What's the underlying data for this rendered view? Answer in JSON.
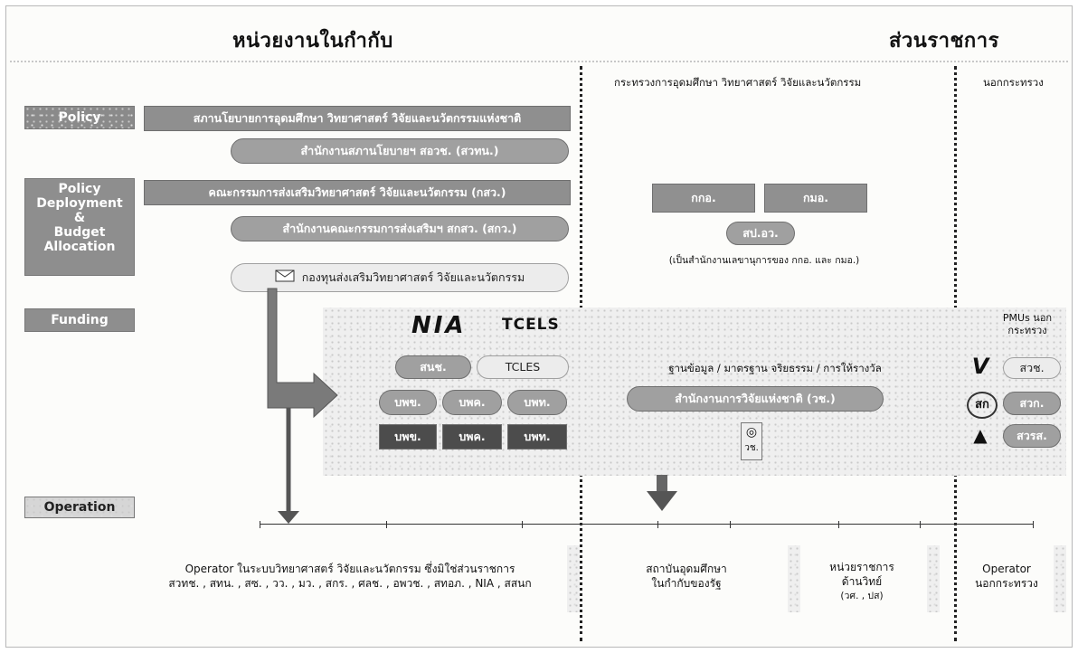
{
  "headers": {
    "left": "หน่วยงานในกำกับ",
    "right": "ส่วนราชการ",
    "ministry": "กระทรวงการอุดมศึกษา วิทยาศาสตร์ วิจัยและนวัตกรรม",
    "outside": "นอกกระทรวง"
  },
  "stages": {
    "policy": "Policy",
    "deploy": [
      "Policy",
      "Deployment",
      "&",
      "Budget",
      "Allocation"
    ],
    "funding": "Funding",
    "operation": "Operation"
  },
  "policy": {
    "council": "สภานโยบายการอุดมศึกษา วิทยาศาสตร์ วิจัยและนวัตกรรมแห่งชาติ",
    "office": "สำนักงานสภานโยบายฯ สอวช. (สวทน.)"
  },
  "deploy": {
    "committee": "คณะกรรมการส่งเสริมวิทยาศาสตร์ วิจัยและนวัตกรรม (กสว.)",
    "committee_office": "สำนักงานคณะกรรมการส่งเสริมฯ สกสว. (สกว.)",
    "fund": "กองทุนส่งเสริมวิทยาศาสตร์ วิจัยและนวัตกรรม",
    "box1": "กกอ.",
    "box2": "กมอ.",
    "secretariat": "สป.อว.",
    "secretariat_note": "(เป็นสำนักงานเลขานุการของ กกอ. และ กมอ.)"
  },
  "funding": {
    "nia_logo": "NIA",
    "tcels_logo": "TCELS",
    "nia": "สนช.",
    "tcles": "TCLES",
    "pmu_light": [
      "บพข.",
      "บพค.",
      "บพท."
    ],
    "pmu_dark": [
      "บพข.",
      "บพค.",
      "บพท."
    ],
    "db_text": "ฐานข้อมูล / มาตรฐาน จริยธรรม / การให้รางวัล",
    "nrct": "สำนักงานการวิจัยแห่งชาติ (วช.)",
    "nrct_logo": "วช.",
    "pmu_outside_title": "PMUs นอกกระทรวง",
    "outside_items": [
      "สวช.",
      "สวก.",
      "สวรส."
    ],
    "outside_logos": [
      "V",
      "สก",
      "▲"
    ]
  },
  "operation": {
    "op1_line1": "Operator ในระบบวิทยาศาสตร์ วิจัยและนวัตกรรม ซึ่งมิใช่ส่วนราชการ",
    "op1_line2": "สวทช. , สทน. , สซ. , วว. , มว. , สกร. , ศลช. , อพวช. , สทอภ. , NIA , สสนก",
    "op2_line1": "สถาบันอุดมศึกษา",
    "op2_line2": "ในกำกับของรัฐ",
    "op3_line1": "หน่วยราชการ",
    "op3_line2": "ด้านวิทย์",
    "op3_line3": "(วศ. , ปส)",
    "op4_line1": "Operator",
    "op4_line2": "นอกกระทรวง"
  },
  "colors": {
    "box_grey": "#8f8f8f",
    "dark_grey": "#4c4c4c",
    "arrow": "#7a7a7a"
  }
}
